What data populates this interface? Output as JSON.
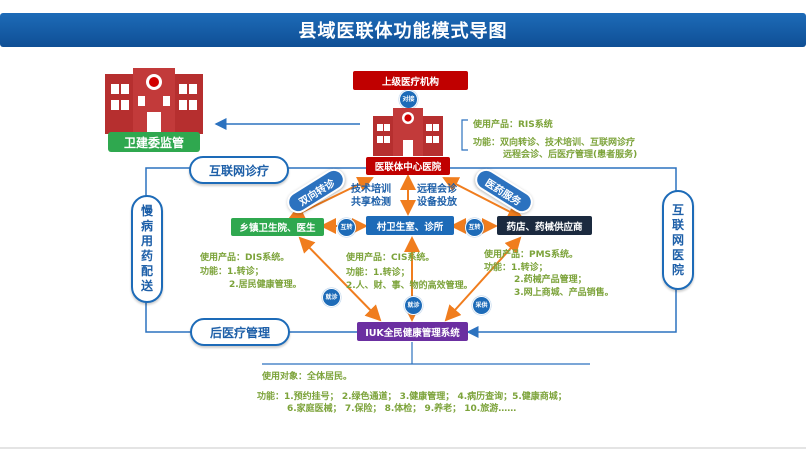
{
  "title": "县域医联体功能模式导图",
  "regulator": {
    "label": "卫建委监管"
  },
  "top_institution": {
    "label": "上级医疗机构",
    "link": "对接"
  },
  "center_hospital": {
    "label": "医联体中心医院",
    "product": "使用产品：RIS系统",
    "func_line1": "功能：双向转诊、技术培训、互联网诊疗",
    "func_line2": "远程会诊、后医疗管理(患者服务)",
    "left_link": "技术培训",
    "left_link2": "共享检测",
    "right_link": "远程会诊",
    "right_link2": "设备投放"
  },
  "internet_clinic": "互联网诊疗",
  "left_vertical": [
    "慢",
    "病",
    "用",
    "药",
    "配",
    "送"
  ],
  "right_vertical": [
    "互",
    "联",
    "网",
    "医",
    "院"
  ],
  "after_care": "后医疗管理",
  "diag_left_tag": "双向转诊",
  "diag_right_tag": "医药服务",
  "township": {
    "label": "乡镇卫生院、医生",
    "product": "使用产品：DIS系统。",
    "func1": "功能：1.转诊；",
    "func2": "2.居民健康管理。"
  },
  "village": {
    "label": "村卫生室、诊所",
    "product": "使用产品：CIS系统。",
    "func1": "功能：1.转诊；",
    "func2": "2.人、财、事、物的高效管理。"
  },
  "pharmacy": {
    "label": "药店、药械供应商",
    "product": "使用产品：PMS系统。",
    "func1": "功能：1.转诊；",
    "func2": "2.药械产品管理；",
    "func3": "3.网上商城、产品销售。"
  },
  "small_tags": {
    "left_mutual": "互转",
    "right_mutual": "互转",
    "left_mid": "就诊",
    "center_mid": "就诊",
    "right_mid": "采供"
  },
  "iuk": {
    "label": "IUK全民健康管理系统",
    "target": "使用对象：全体居民。",
    "func1": "功能：1.预约挂号； 2.绿色通道； 3.健康管理； 4.病历查询；5.健康商城；",
    "func2": "6.家庭医械； 7.保险； 8.体检； 9.养老； 10.旅游……"
  },
  "colors": {
    "blue": "#1d6bb8",
    "red": "#c00000",
    "green": "#2fa84f",
    "navy": "#1b2a3f",
    "purple": "#6b2fa1",
    "olive": "#7ca33a"
  }
}
